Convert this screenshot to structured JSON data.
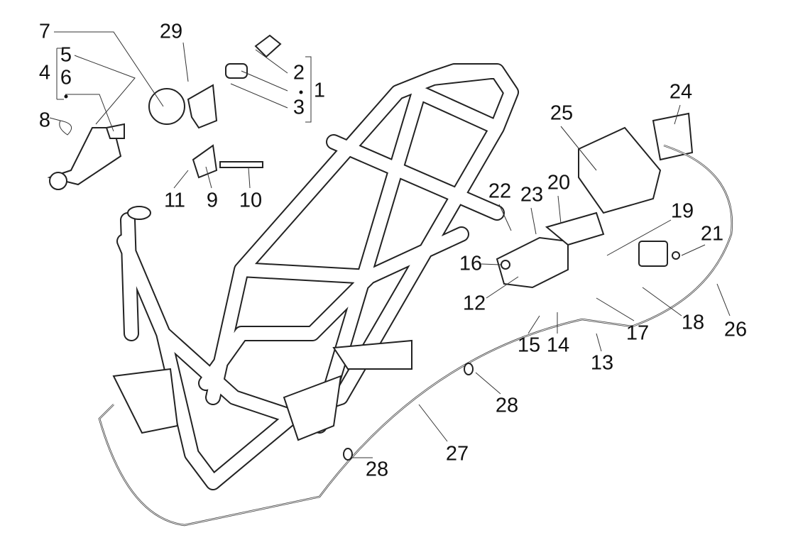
{
  "diagram": {
    "callouts": [
      {
        "id": "7",
        "label": "7"
      },
      {
        "id": "29",
        "label": "29"
      },
      {
        "id": "5",
        "label": "5"
      },
      {
        "id": "4",
        "label": "4"
      },
      {
        "id": "6",
        "label": "6"
      },
      {
        "id": "2",
        "label": "2"
      },
      {
        "id": "1",
        "label": "1"
      },
      {
        "id": "3",
        "label": "3"
      },
      {
        "id": "8",
        "label": "8"
      },
      {
        "id": "11",
        "label": "11"
      },
      {
        "id": "9",
        "label": "9"
      },
      {
        "id": "10",
        "label": "10"
      },
      {
        "id": "25",
        "label": "25"
      },
      {
        "id": "24",
        "label": "24"
      },
      {
        "id": "22",
        "label": "22"
      },
      {
        "id": "23",
        "label": "23"
      },
      {
        "id": "20",
        "label": "20"
      },
      {
        "id": "19",
        "label": "19"
      },
      {
        "id": "21",
        "label": "21"
      },
      {
        "id": "16",
        "label": "16"
      },
      {
        "id": "12",
        "label": "12"
      },
      {
        "id": "15",
        "label": "15"
      },
      {
        "id": "14",
        "label": "14"
      },
      {
        "id": "17",
        "label": "17"
      },
      {
        "id": "18",
        "label": "18"
      },
      {
        "id": "26",
        "label": "26"
      },
      {
        "id": "13",
        "label": "13"
      },
      {
        "id": "28a",
        "label": "28"
      },
      {
        "id": "27",
        "label": "27"
      },
      {
        "id": "28b",
        "label": "28"
      }
    ]
  }
}
